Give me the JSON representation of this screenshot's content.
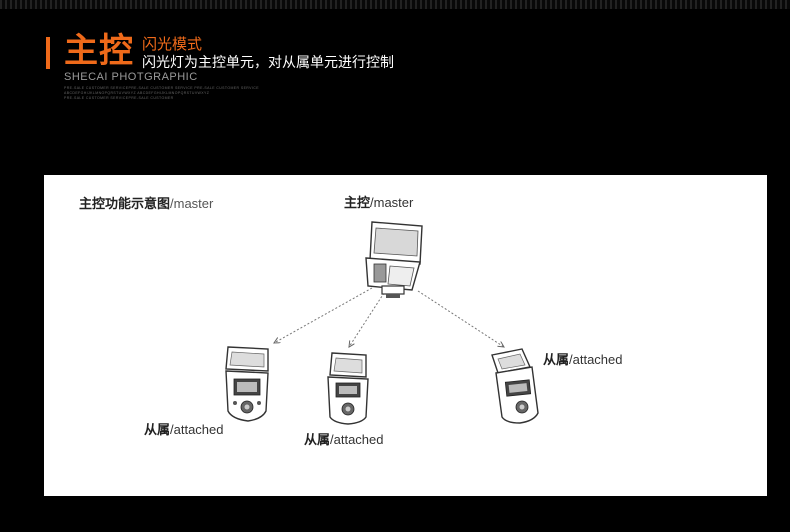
{
  "header": {
    "title": "主控",
    "mode_label": "闪光模式",
    "description": "闪光灯为主控单元，对从属单元进行控制",
    "brand": "SHECAI PHOTGRAPHIC",
    "fine_print": [
      "PRE-SALE CUSTOMER SERVICEPRE-SALE CUSTOMER SERVICE PRE-SALE CUSTOMER SERVICE",
      "ABCDEFGHIJKLMNOPQRSTUVWXYZ ABCDEFGHIJKLMNOPQRSTUVWXYZ",
      "PRE-SALE CUSTOMER SERVICEPRE-SALE CUSTOMER"
    ]
  },
  "diagram": {
    "title_cn": "主控功能示意图",
    "title_en": "/master",
    "master_cn": "主控",
    "master_en": "/master",
    "slave_cn": "从属",
    "slave_en": "/attached"
  },
  "colors": {
    "accent": "#ef6a1a",
    "background": "#000000",
    "panel": "#ffffff"
  }
}
